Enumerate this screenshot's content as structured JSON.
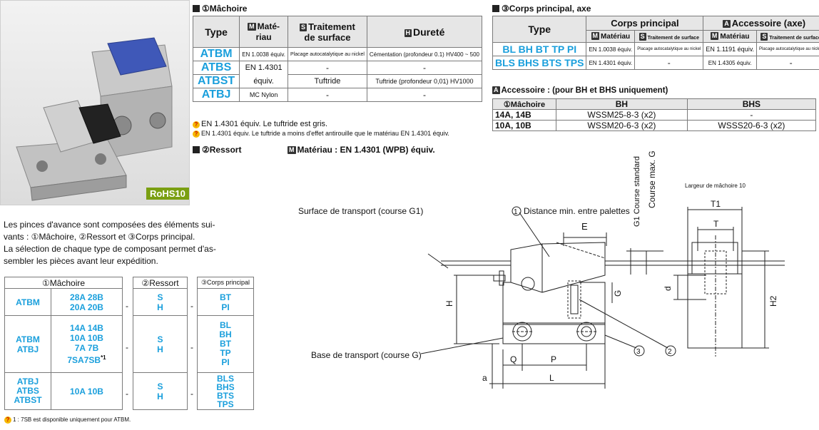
{
  "rohs": "RoHS10",
  "intro": {
    "line1": "Les pinces d'avance sont composées des éléments sui-",
    "line2": "vants : ①Mâchoire, ②Ressort et ③Corps principal.",
    "line3": "La sélection de chaque type de composant permet d'as-",
    "line4": "sembler les pièces avant leur expédition."
  },
  "combo": {
    "h_jaw": "①Mâchoire",
    "h_spring": "②Ressort",
    "h_body": "③Corps principal",
    "dash": "-",
    "r1_type": "ATBM",
    "r1_sizes_a": "28A 28B",
    "r1_sizes_b": "20A 20B",
    "r1_spring_a": "S",
    "r1_spring_b": "H",
    "r1_body_a": "BT",
    "r1_body_b": "PI",
    "r2_type_a": "ATBM",
    "r2_type_b": "ATBJ",
    "r2_sizes": [
      "14A 14B",
      "10A 10B",
      "7A 7B",
      "7SA7SB"
    ],
    "r2_note": "*1",
    "r2_spring_a": "S",
    "r2_spring_b": "H",
    "r2_body": [
      "BL",
      "BH",
      "BT",
      "TP",
      "PI"
    ],
    "r3_type": [
      "ATBJ",
      "ATBS",
      "ATBST"
    ],
    "r3_sizes": "10A 10B",
    "r3_spring_a": "S",
    "r3_spring_b": "H",
    "r3_body": [
      "BLS",
      "BHS",
      "BTS",
      "TPS"
    ],
    "footnote": "1 : 7SB est disponible uniquement pour ATBM."
  },
  "jaw": {
    "title": "①Mâchoire",
    "h_type": "Type",
    "h_mat_icon": "M",
    "h_mat": "Maté-riau",
    "h_mat_a": "Maté-",
    "h_mat_b": "riau",
    "h_surf_icon": "S",
    "h_surf_a": "Traitement",
    "h_surf_b": "de surface",
    "h_hard_icon": "H",
    "h_hard": "Dureté",
    "rows": [
      {
        "type": "ATBM",
        "mat": "EN 1.0038 équiv.",
        "surf": "Placage autocatalytique au nickel",
        "hard": "Cémentation (profondeur 0.1) HV400 ~ 500"
      },
      {
        "type": "ATBS",
        "mat": "EN 1.4301",
        "surf": "-",
        "hard": "-"
      },
      {
        "type": "ATBST",
        "mat": "équiv.",
        "surf": "Tuftride",
        "hard": "Tuftride (profondeur 0,01) HV1000"
      },
      {
        "type": "ATBJ",
        "mat": "MC Nylon",
        "surf": "-",
        "hard": "-"
      }
    ],
    "note1": "EN 1.4301 équiv. Le tuftride est gris.",
    "note2": "EN 1.4301 équiv. Le tuftride a moins d'effet antirouille que le matériau EN 1.4301 équiv."
  },
  "spring": {
    "title": "②Ressort",
    "mat_icon": "M",
    "mat": "Matériau : EN 1.4301 (WPB) équiv."
  },
  "body": {
    "title": "③Corps principal, axe",
    "h_type": "Type",
    "h_main": "Corps principal",
    "h_acc_icon": "A",
    "h_acc": "Accessoire (axe)",
    "h_mat_icon": "M",
    "h_mat": "Matériau",
    "h_surf_icon": "S",
    "h_surf": "Traitement de surface",
    "rows": [
      {
        "type": "BL BH BT TP PI",
        "mat": "EN 1.0038 équiv.",
        "surf": "Placage autocatalytique au nickel",
        "acc_mat": "EN 1.1191 équiv.",
        "acc_surf": "Placage autocatalytique au nickel"
      },
      {
        "type": "BLS BHS BTS TPS",
        "mat": "EN 1.4301 équiv.",
        "surf": "-",
        "acc_mat": "EN 1.4305 équiv.",
        "acc_surf": "-"
      }
    ]
  },
  "acc": {
    "icon": "A",
    "title": "Accessoire : (pour BH et BHS uniquement)",
    "h_jaw": "①Mâchoire",
    "h_bh": "BH",
    "h_bhs": "BHS",
    "rows": [
      {
        "jaw": "14A, 14B",
        "bh": "WSSM25-8-3 (x2)",
        "bhs": "-"
      },
      {
        "jaw": "10A, 10B",
        "bh": "WSSM20-6-3 (x2)",
        "bhs": "WSSS20-6-3 (x2)"
      }
    ]
  },
  "drawing": {
    "transport_surface": "Surface de transport (course G1)",
    "min_distance": "Distance min. entre palettes",
    "course_std": "G1 Course standard",
    "course_max": "Course max. G",
    "jaw_width": "Largeur de mâchoire 10",
    "base": "Base de transport (course G)",
    "n1": "1",
    "n2": "2",
    "n3": "3",
    "E": "E",
    "H": "H",
    "G": "G",
    "Q": "Q",
    "P": "P",
    "L": "L",
    "a": "a",
    "d": "d",
    "T": "T",
    "T1": "T1",
    "H2": "H2"
  }
}
